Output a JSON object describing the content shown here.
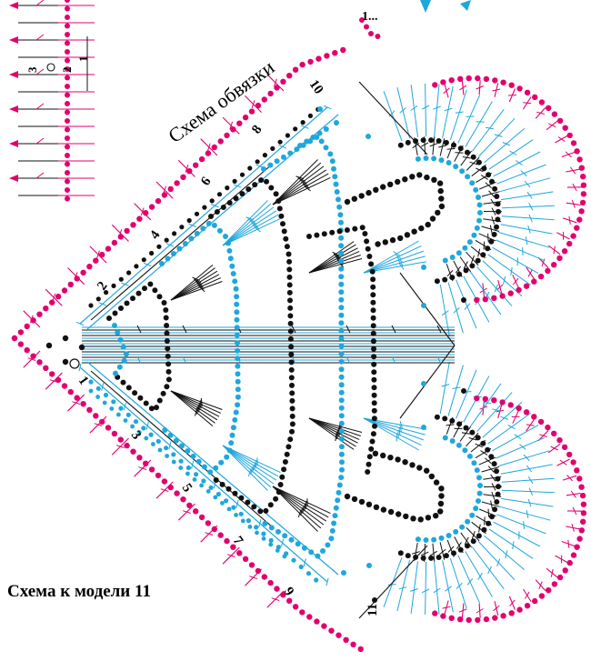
{
  "title": "Схема обвязки",
  "caption": "Схема к модели 11",
  "row_labels": {
    "top_edge": [
      "2",
      "4",
      "6",
      "8",
      "10"
    ],
    "bottom_edge": [
      "1",
      "3",
      "5",
      "7",
      "9",
      "11"
    ],
    "mini_chart": [
      "3",
      "2",
      "1"
    ],
    "corner_marker": "1..."
  },
  "colors": {
    "magenta": "#e2006f",
    "cyan": "#1fa7dc",
    "black": "#111111"
  }
}
